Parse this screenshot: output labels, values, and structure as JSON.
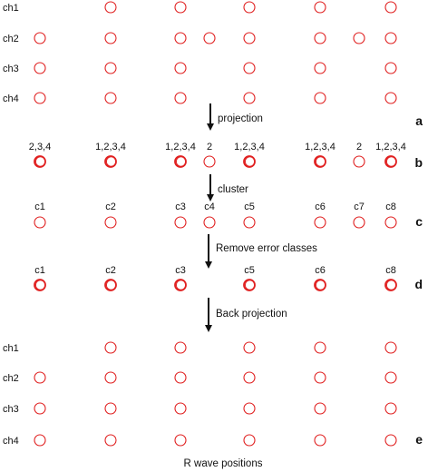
{
  "circle_color": "#e02020",
  "arrow_color": "#111111",
  "rows_top": {
    "channels": [
      {
        "label": "ch1",
        "peaks": [
          "p1",
          "p3",
          "p4",
          "p6",
          "p8"
        ]
      },
      {
        "label": "ch2",
        "peaks": [
          "p0",
          "p1",
          "p3",
          "p3b",
          "p4",
          "p6",
          "p7",
          "p8"
        ]
      },
      {
        "label": "ch3",
        "peaks": [
          "p0",
          "p1",
          "p3",
          "p4",
          "p6",
          "p8"
        ]
      },
      {
        "label": "ch4",
        "peaks": [
          "p0",
          "p1",
          "p3",
          "p4",
          "p6",
          "p8"
        ]
      }
    ],
    "panel": "a"
  },
  "steps": {
    "projection": "projection",
    "cluster": "cluster",
    "remove": "Remove error classes",
    "back": "Back projection"
  },
  "projection_row": {
    "panel": "b",
    "items": [
      {
        "pos": "p0",
        "label": "2,3,4",
        "strong": true
      },
      {
        "pos": "p1",
        "label": "1,2,3,4",
        "strong": true
      },
      {
        "pos": "p3",
        "label": "1,2,3,4",
        "strong": true
      },
      {
        "pos": "p3b",
        "label": "2",
        "strong": false
      },
      {
        "pos": "p4",
        "label": "1,2,3,4",
        "strong": true
      },
      {
        "pos": "p6",
        "label": "1,2,3,4",
        "strong": true
      },
      {
        "pos": "p7",
        "label": "2",
        "strong": false
      },
      {
        "pos": "p8",
        "label": "1,2,3,4",
        "strong": true
      }
    ]
  },
  "cluster_row": {
    "panel": "c",
    "items": [
      {
        "pos": "p0",
        "label": "c1"
      },
      {
        "pos": "p1",
        "label": "c2"
      },
      {
        "pos": "p3",
        "label": "c3"
      },
      {
        "pos": "p3b",
        "label": "c4"
      },
      {
        "pos": "p4",
        "label": "c5"
      },
      {
        "pos": "p6",
        "label": "c6"
      },
      {
        "pos": "p7",
        "label": "c7"
      },
      {
        "pos": "p8",
        "label": "c8"
      }
    ]
  },
  "clean_row": {
    "panel": "d",
    "items": [
      {
        "pos": "p0",
        "label": "c1"
      },
      {
        "pos": "p1",
        "label": "c2"
      },
      {
        "pos": "p3",
        "label": "c3"
      },
      {
        "pos": "p4",
        "label": "c5"
      },
      {
        "pos": "p6",
        "label": "c6"
      },
      {
        "pos": "p8",
        "label": "c8"
      }
    ]
  },
  "rows_bottom": {
    "channels": [
      {
        "label": "ch1",
        "peaks": [
          "p1",
          "p3",
          "p4",
          "p6",
          "p8"
        ]
      },
      {
        "label": "ch2",
        "peaks": [
          "p0",
          "p1",
          "p3",
          "p4",
          "p6",
          "p8"
        ]
      },
      {
        "label": "ch3",
        "peaks": [
          "p0",
          "p1",
          "p3",
          "p4",
          "p6",
          "p8"
        ]
      },
      {
        "label": "ch4",
        "peaks": [
          "p0",
          "p1",
          "p3",
          "p4",
          "p6",
          "p8"
        ]
      }
    ],
    "panel": "e"
  },
  "footer": "R wave positions"
}
